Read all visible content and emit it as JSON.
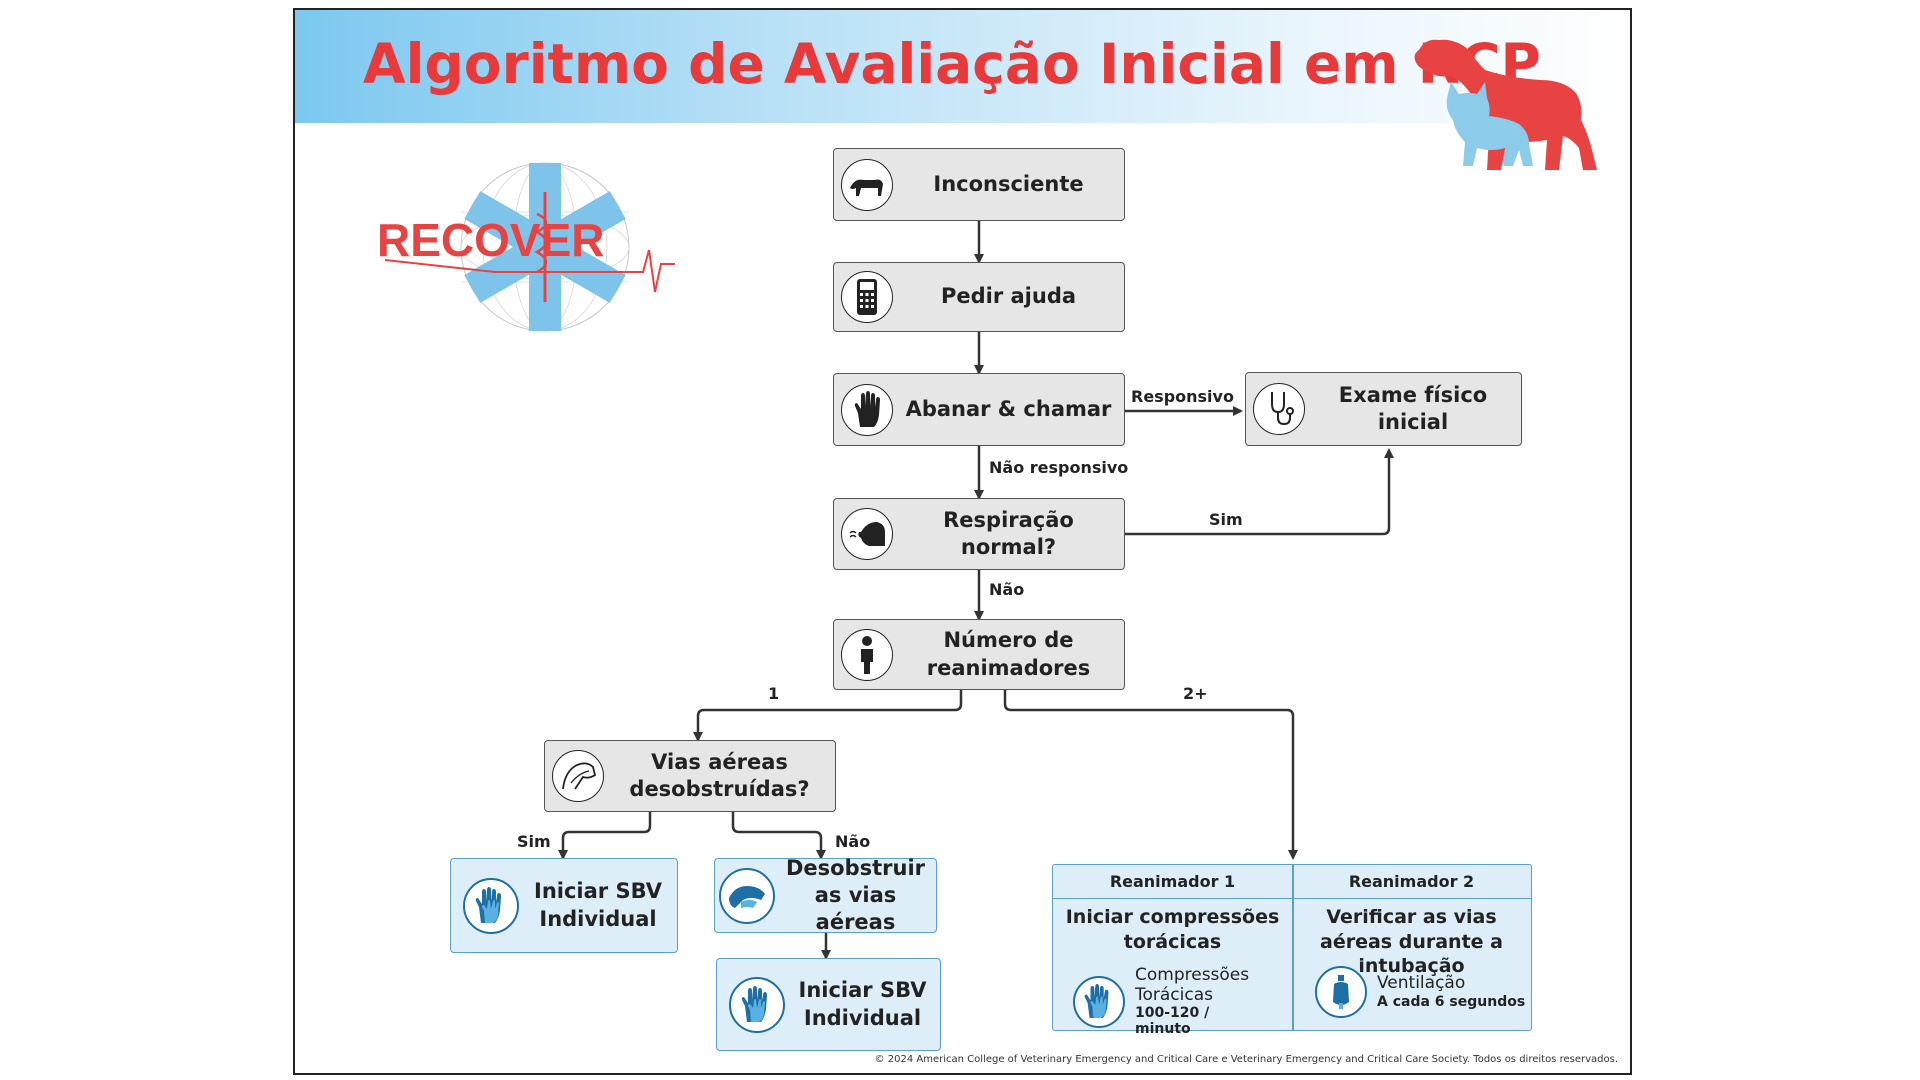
{
  "title": "Algoritmo de Avaliação Inicial em RCP",
  "logo": {
    "text": "RECOVER"
  },
  "nodes": {
    "unconscious": "Inconsciente",
    "call_help": "Pedir ajuda",
    "shake_shout": "Abanar & chamar",
    "physical_exam": "Exame físico inicial",
    "normal_breathing": "Respiração normal?",
    "rescuer_count": "Número de reanimadores",
    "airway_clear": "Vias aéreas desobstruídas?",
    "start_bls_left": "Iniciar SBV Individual",
    "clear_airway": "Desobstruir as vias aéreas",
    "start_bls_bottom": "Iniciar SBV Individual"
  },
  "edges": {
    "responsive": "Responsivo",
    "not_responsive": "Não responsivo",
    "yes_breathing": "Sim",
    "no_breathing": "Não",
    "one": "1",
    "two_plus": "2+",
    "yes_airway": "Sim",
    "no_airway": "Não"
  },
  "rescuers": {
    "r1": {
      "header": "Reanimador 1",
      "main": "Iniciar compressões torácicas",
      "sub_title": "Compressões Torácicas",
      "sub_detail": "100-120 / minuto"
    },
    "r2": {
      "header": "Reanimador 2",
      "main": "Verificar as vias aéreas durante a intubação",
      "sub_title": "Ventilação",
      "sub_detail": "A cada 6 segundos"
    }
  },
  "footer": "© 2024 American College of Veterinary Emergency and Critical Care e Veterinary Emergency and Critical Care Society. Todos os direitos reservados.",
  "colors": {
    "title": "#e83a3a",
    "banner": "#7cc8ef",
    "blue_box": "#ddeef8",
    "blue_icon": "#1d6fa5",
    "gray_box": "#e6e6e6"
  }
}
